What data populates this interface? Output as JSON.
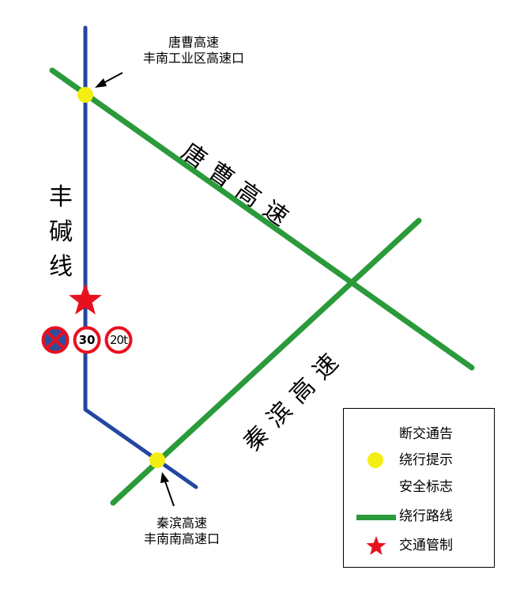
{
  "map": {
    "roads": {
      "fengjian": {
        "name_chars": [
          "丰",
          "碱",
          "线"
        ],
        "color": "#2446a0"
      },
      "tangcao": {
        "name": "唐曹高速",
        "color": "#2a9a3a"
      },
      "qinbin": {
        "name": "秦滨高速",
        "color": "#2a9a3a"
      }
    },
    "exits": {
      "north": {
        "line1": "唐曹高速",
        "line2": "丰南工业区高速口"
      },
      "south": {
        "line1": "秦滨高速",
        "line2": "丰南南高速口"
      }
    },
    "signs": {
      "speed": "30",
      "weight": "20t"
    },
    "colors": {
      "exit_dot": "#f5ee12",
      "control_star": "#e8101e",
      "sign_red": "#e8101e",
      "sign_blue": "#2d4fa0"
    }
  },
  "legend": {
    "items": [
      {
        "icon": "none",
        "label": "断交通告"
      },
      {
        "icon": "yellow-dot",
        "label": "绕行提示"
      },
      {
        "icon": "none",
        "label": "安全标志"
      },
      {
        "icon": "green-line",
        "label": "绕行路线"
      },
      {
        "icon": "red-star",
        "label": "交通管制"
      }
    ]
  }
}
